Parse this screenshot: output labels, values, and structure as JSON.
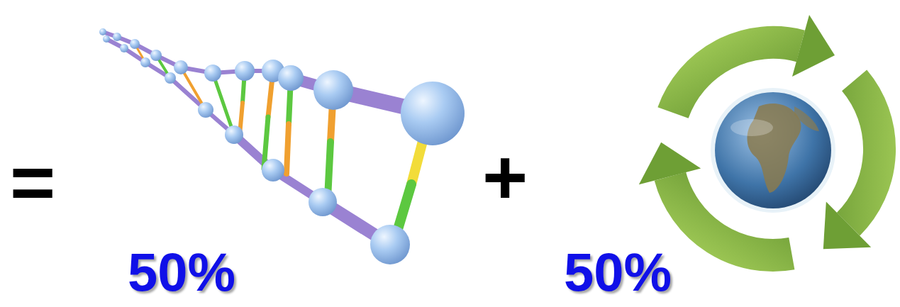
{
  "diagram": {
    "labels": [
      "=",
      "+",
      "50%",
      "50%"
    ]
  }
}
